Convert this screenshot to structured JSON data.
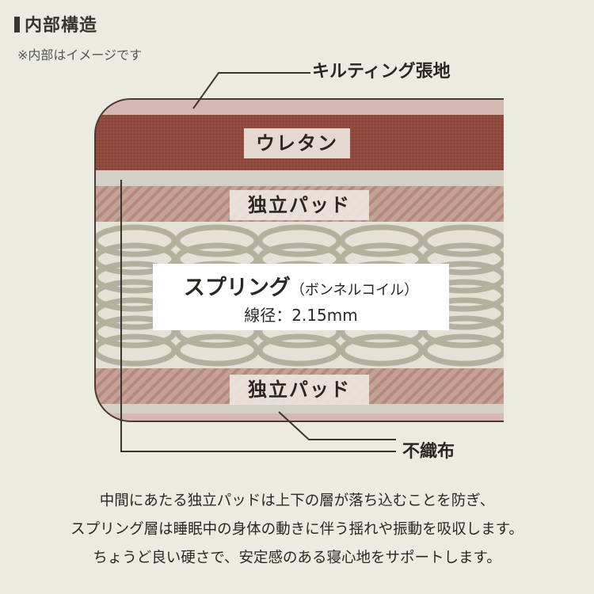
{
  "header": {
    "title": "内部構造",
    "note": "※内部はイメージです"
  },
  "callouts": {
    "quilting": "キルティング張地",
    "nonwoven": "不織布"
  },
  "layers": {
    "urethane": "ウレタン",
    "pad_top": "独立パッド",
    "pad_bottom": "独立パッド",
    "spring_name": "スプリング",
    "spring_type": "（ボンネルコイル）",
    "spring_diameter": "線径：2.15mm"
  },
  "description": {
    "line1": "中間にあたる独立パッドは上下の層が落ち込むことを防ぎ、",
    "line2": "スプリング層は睡眠中の身体の動きに伴う揺れや振動を吸収します。",
    "line3": "ちょうど良い硬さで、安定感のある寝心地をサポートします。"
  },
  "colors": {
    "background": "#ecebe1",
    "quilting": "#d7b9b3",
    "urethane": "#8e4a3c",
    "pad": "#c09b90",
    "nonwoven": "#d5d0c6",
    "spring_wire": "#b3b09e"
  }
}
